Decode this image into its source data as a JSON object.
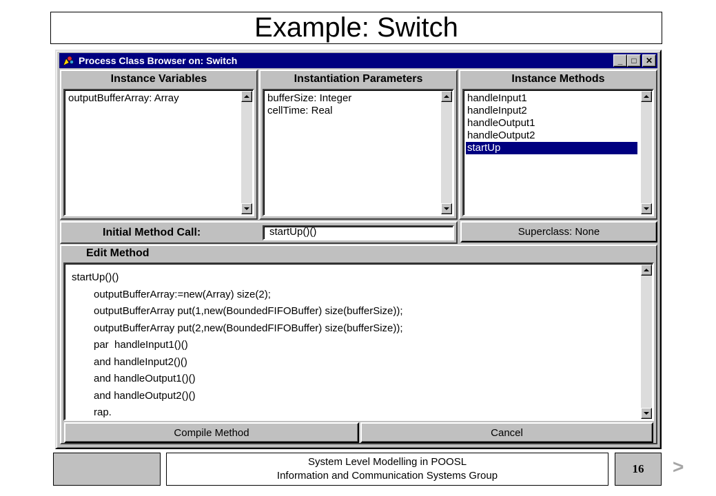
{
  "slide": {
    "title": "Example: Switch",
    "footer_line1": "System Level Modelling in POOSL",
    "footer_line2": "Information and Communication Systems Group",
    "page_number": "16",
    "next_label": ">"
  },
  "window": {
    "title": "Process Class Browser on: Switch",
    "minimize_label": "_",
    "maximize_label": "□",
    "close_label": "✕"
  },
  "panes": {
    "instance_variables": {
      "header": "Instance Variables",
      "items": [
        "outputBufferArray: Array"
      ]
    },
    "instantiation_parameters": {
      "header": "Instantiation Parameters",
      "items": [
        "bufferSize: Integer",
        "cellTime: Real"
      ]
    },
    "instance_methods": {
      "header": "Instance Methods",
      "items": [
        "handleInput1",
        "handleInput2",
        "handleOutput1",
        "handleOutput2",
        "startUp"
      ],
      "selected": "startUp"
    }
  },
  "initial_method_call": {
    "label": "Initial Method Call:",
    "value": "startUp()()"
  },
  "superclass_button": "Superclass: None",
  "edit_method": {
    "header": "Edit Method",
    "lines": [
      "startUp()()",
      "outputBufferArray:=new(Array) size(2);",
      "outputBufferArray put(1,new(BoundedFIFOBuffer) size(bufferSize));",
      "outputBufferArray put(2,new(BoundedFIFOBuffer) size(bufferSize));",
      "par  handleInput1()()",
      "and handleInput2()()",
      "and handleOutput1()()",
      "and handleOutput2()()",
      "rap."
    ]
  },
  "buttons": {
    "compile": "Compile Method",
    "cancel": "Cancel"
  }
}
